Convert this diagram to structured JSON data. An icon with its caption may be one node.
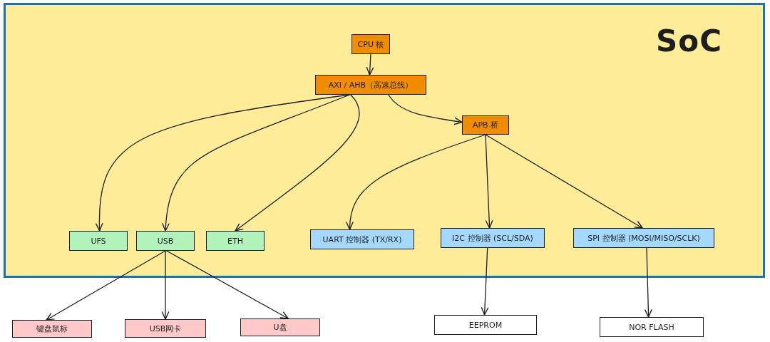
{
  "diagram": {
    "nodes": [
      {
        "text": [
          "SoC"
        ]
      },
      {
        "text": [
          "CPU 核"
        ],
        "in": 0
      },
      {
        "text": [
          "AXI / AHB（高速总线）"
        ],
        "in": 0
      },
      {
        "text": [
          "APB 桥"
        ],
        "in": 0
      },
      {
        "text": [
          "UFS"
        ],
        "in": 0
      },
      {
        "text": [
          "USB"
        ],
        "in": 0
      },
      {
        "text": [
          "ETH"
        ],
        "in": 0
      },
      {
        "text": [
          "UART 控制器 (TX/RX)"
        ],
        "in": 0
      },
      {
        "text": [
          "I2C 控制器 (SCL/SDA)"
        ],
        "in": 0
      },
      {
        "text": [
          "SPI 控制器 (MOSI/MISO/SCLK)"
        ],
        "in": 0
      },
      {
        "text": [
          "键盘鼠标"
        ]
      },
      {
        "text": [
          "USB网卡"
        ]
      },
      {
        "text": [
          "U盘"
        ]
      },
      {
        "text": [
          "EEPROM"
        ]
      },
      {
        "text": [
          "NOR FLASH"
        ]
      }
    ],
    "edges": [
      {
        "from": 1,
        "to": 2,
        "arrow": "to"
      },
      {
        "from": 2,
        "to": 3,
        "arrow": "to"
      },
      {
        "from": 2,
        "to": 4,
        "arrow": "to"
      },
      {
        "from": 2,
        "to": 5,
        "arrow": "to"
      },
      {
        "from": 2,
        "to": 6,
        "arrow": "to"
      },
      {
        "from": 3,
        "to": 7,
        "arrow": "to"
      },
      {
        "from": 3,
        "to": 8,
        "arrow": "to"
      },
      {
        "from": 3,
        "to": 9,
        "arrow": "to"
      },
      {
        "from": 5,
        "to": 10,
        "arrow": "to"
      },
      {
        "from": 5,
        "to": 11,
        "arrow": "to"
      },
      {
        "from": 5,
        "to": 12,
        "arrow": "to"
      },
      {
        "from": 8,
        "to": 13,
        "arrow": "to"
      },
      {
        "from": 9,
        "to": 14,
        "arrow": "to"
      }
    ]
  }
}
